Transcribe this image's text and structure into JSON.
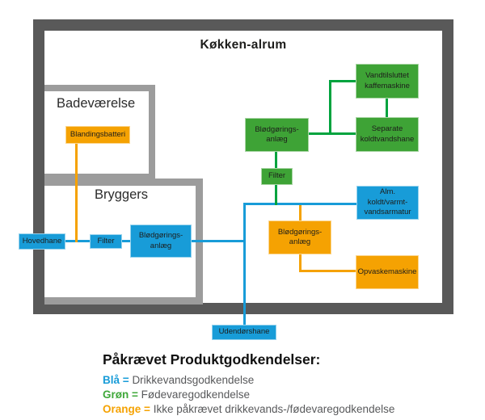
{
  "diagram": {
    "title": "Køkken-alrum",
    "rooms": {
      "bathroom": "Badeværelse",
      "utility": "Bryggers"
    },
    "nodes": {
      "blandingsbatteri": {
        "label": "Blandingsbatteri",
        "category": "orange"
      },
      "hovedhane": {
        "label": "Hovedhane",
        "category": "blue"
      },
      "filter_blue": {
        "label": "Filter",
        "category": "blue"
      },
      "blodgoringsanlaeg_blue": {
        "label": "Blødgørings-\nanlæg",
        "category": "blue"
      },
      "blodgoringsanlaeg_green": {
        "label": "Blødgørings-\nanlæg",
        "category": "green"
      },
      "filter_green": {
        "label": "Filter",
        "category": "green"
      },
      "vandtilsluttet_kaffemaskine": {
        "label": "Vandtilsluttet\nkaffemaskine",
        "category": "green"
      },
      "separate_koldtvandshane": {
        "label": "Separate\nkoldtvandshane",
        "category": "green"
      },
      "alm_vandsarmatur": {
        "label": "Alm.\nkoldt/varmt-\nvandsarmatur",
        "category": "blue"
      },
      "blodgoringsanlaeg_orange": {
        "label": "Blødgørings-\nanlæg",
        "category": "orange"
      },
      "opvaskemaskine": {
        "label": "Opvaskemaskine",
        "category": "orange"
      },
      "udendorshane": {
        "label": "Udendørshane",
        "category": "blue"
      }
    }
  },
  "legend": {
    "heading": "Påkrævet Produktgodkendelser:",
    "items": [
      {
        "term": "Blå",
        "sep": "=",
        "desc": "Drikkevandsgodkendelse",
        "color": "#189cd8"
      },
      {
        "term": "Grøn",
        "sep": "=",
        "desc": "Fødevaregodkendelse",
        "color": "#3fa83a"
      },
      {
        "term": "Orange",
        "sep": "=",
        "desc": "Ikke påkrævet drikkevands-/fødevaregodkendelse",
        "color": "#f5a202"
      }
    ]
  },
  "colors": {
    "pipe_blue": "#189cd8",
    "pipe_green": "#00a33e",
    "pipe_orange": "#f5a202",
    "box_green": "#3ea336",
    "wall_dark": "#595959",
    "wall_light": "#9c9c9c"
  }
}
